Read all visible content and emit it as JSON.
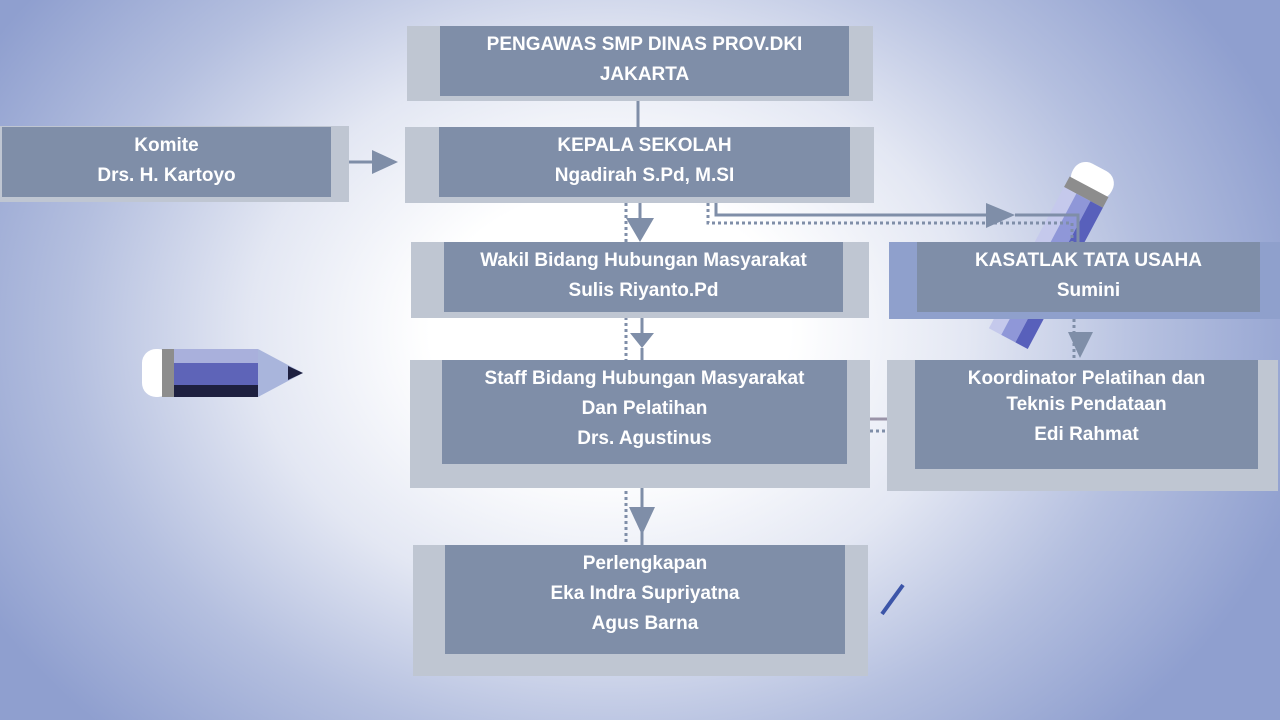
{
  "nodes": {
    "pengawas": {
      "lines": [
        "PENGAWAS SMP DINAS PROV.DKI",
        "JAKARTA"
      ]
    },
    "komite": {
      "lines": [
        "Komite",
        "Drs. H. Kartoyo"
      ]
    },
    "kepala": {
      "lines": [
        "KEPALA SEKOLAH",
        "Ngadirah S.Pd, M.SI"
      ]
    },
    "wakil": {
      "lines": [
        "Wakil Bidang Hubungan Masyarakat",
        "Sulis Riyanto.Pd"
      ]
    },
    "kasatlak": {
      "lines": [
        "KASATLAK TATA USAHA",
        "Sumini"
      ]
    },
    "staff": {
      "lines": [
        "Staff  Bidang Hubungan Masyarakat",
        "Dan Pelatihan",
        "Drs. Agustinus"
      ]
    },
    "koordinator": {
      "lines": [
        "Koordinator Pelatihan dan",
        "Teknis Pendataan",
        "Edi Rahmat"
      ]
    },
    "perlengkapan": {
      "lines": [
        "Perlengkapan",
        "Eka Indra Supriyatna",
        "Agus Barna"
      ]
    }
  },
  "colors": {
    "box": "#7f8ea8",
    "frame": "#bfc6d2",
    "accent": "#8fa0cc"
  }
}
